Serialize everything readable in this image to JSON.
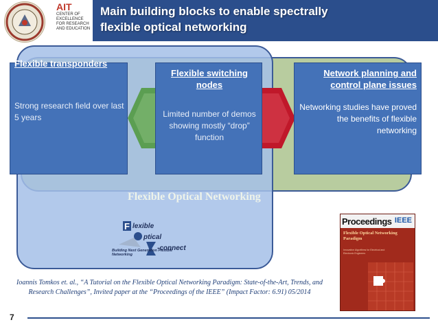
{
  "header": {
    "title_line1": "Main building blocks to enable spectrally",
    "title_line2": "flexible optical networking",
    "ait_title": "AIT",
    "ait_subtitle": "CENTER OF EXCELLENCE FOR RESEARCH AND EDUCATION",
    "seal_icon": "institute-seal"
  },
  "boxes": {
    "left": {
      "title": "Flexible transponders",
      "description": "Strong research field over last 5 years"
    },
    "middle": {
      "title": "Flexible switching nodes",
      "description": "Limited number of demos showing mostly “drop” function"
    },
    "right": {
      "title": "Network planning and control plane issues",
      "description": "Networking studies have proved the benefits of flexible networking"
    }
  },
  "region_label": "Flexible Optical Networking",
  "fox_logo": {
    "line1": "lexible",
    "line2": "ptical",
    "line3": "-connect",
    "tagline": "Building Next Generation Flexible Networking"
  },
  "cover": {
    "name": "Proceedings",
    "org": "IEEE",
    "headline": "Flexible Optical Networking Paradigm",
    "lines": "Innovative Algorithms for Electrical and Electronic Engineers"
  },
  "citation": {
    "line1": "Ioannis Tomkos et. al., “A Tutorial on the Flexible Optical Networking Paradigm: State-of-the-Art, Trends, and",
    "line2": "Research Challenges”, Invited paper at the “Proceedings of the IEEE” (Impact Factor: 6.91) 05/2014"
  },
  "footer": {
    "page_number": "7"
  },
  "colors": {
    "header_bar": "#2b4e8c",
    "box_blue": "#4472b8",
    "green_region": "#b8cc9f",
    "blue_region": "#a4c0e8",
    "arrow_green": "#5b9e52",
    "arrow_red": "#c0182a",
    "accent_red": "#c0392b"
  }
}
